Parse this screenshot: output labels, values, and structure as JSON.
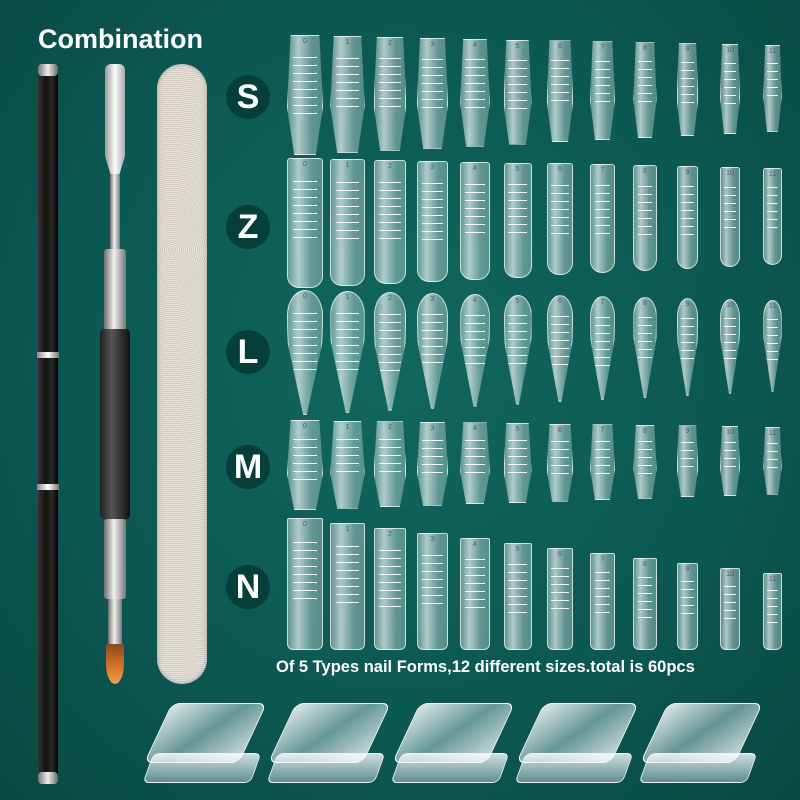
{
  "title": "Combination",
  "rows": [
    {
      "letter": "S",
      "shape": "coffin"
    },
    {
      "letter": "Z",
      "shape": "square"
    },
    {
      "letter": "L",
      "shape": "stiletto"
    },
    {
      "letter": "M",
      "shape": "short-coffin"
    },
    {
      "letter": "N",
      "shape": "tube"
    }
  ],
  "sizes": [
    "0",
    "1",
    "2",
    "3",
    "4",
    "5",
    "6",
    "7",
    "8",
    "9",
    "10",
    "11"
  ],
  "caption": "Of 5 Types nail Forms,12 different sizes.total is 60pcs",
  "clip_count": 5,
  "colors": {
    "background": "#0c5752",
    "text": "#ffffff",
    "label_circle": "#063e3a"
  }
}
